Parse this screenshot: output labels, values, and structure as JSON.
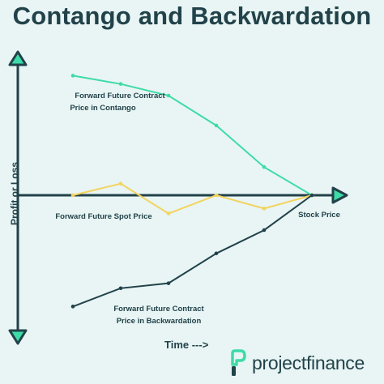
{
  "chart_data": {
    "type": "line",
    "title": "Contango and Backwardation",
    "xlabel": "Time --->",
    "ylabel": "Profit or Loss",
    "x": [
      1,
      2,
      3,
      4,
      5,
      6
    ],
    "ylim": [
      -1,
      1
    ],
    "series": [
      {
        "name": "Forward Future Contract Price in Contango",
        "color": "#3ddba6",
        "values": [
          0.72,
          0.67,
          0.6,
          0.42,
          0.17,
          0.0
        ]
      },
      {
        "name": "Forward Future Spot Price",
        "color": "#f4d35e",
        "values": [
          0.0,
          0.07,
          -0.11,
          0.0,
          -0.08,
          0.0
        ]
      },
      {
        "name": "Forward Future Contract Price in Backwardation",
        "color": "#22424a",
        "values": [
          -0.67,
          -0.56,
          -0.53,
          -0.35,
          -0.21,
          0.0
        ]
      }
    ],
    "annotations": {
      "contango_line1": "Forward Future Contract",
      "contango_line2": "Price in Contango",
      "spot": "Forward Future Spot Price",
      "stock": "Stock Price",
      "backward_line1": "Forward Future Contract",
      "backward_line2": "Price in Backwardation"
    }
  },
  "logo": {
    "text1": "project",
    "text2": "finance",
    "accent": "#3ddba6"
  }
}
